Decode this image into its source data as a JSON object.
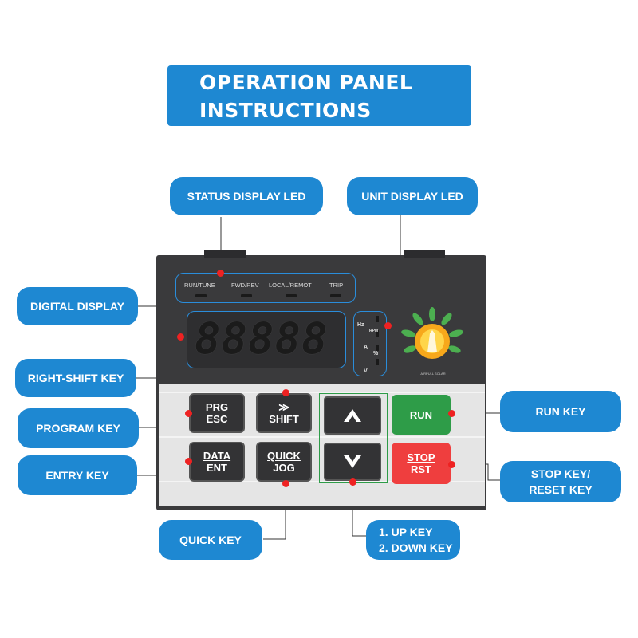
{
  "title": {
    "line1": "OPERATION PANEL",
    "line2": "INSTRUCTIONS"
  },
  "callouts": {
    "status_led": "STATUS DISPLAY LED",
    "unit_led": "UNIT DISPLAY LED",
    "digital_display": "DIGITAL DISPLAY",
    "right_shift": "RIGHT-SHIFT KEY",
    "program": "PROGRAM KEY",
    "entry": "ENTRY KEY",
    "quick": "QUICK KEY",
    "run": "RUN KEY",
    "stop_line1": "STOP KEY/",
    "stop_line2": "RESET KEY",
    "updown_line1": "1. UP KEY",
    "updown_line2": "2. DOWN KEY"
  },
  "status_leds": [
    "RUN/TUNE",
    "FWD/REV",
    "LOCAL/REMOT",
    "TRIP"
  ],
  "display_value": "88888",
  "unit_labels": {
    "hz": "Hz",
    "rpm": "RPM",
    "a": "A",
    "pct": "%",
    "v": "V"
  },
  "logo_text": "AIRPULL SOLAR",
  "keys": {
    "prg_top": "PRG",
    "prg_bottom": "ESC",
    "shift_top": "≫",
    "shift_bottom": "SHIFT",
    "data_top": "DATA",
    "data_bottom": "ENT",
    "quick_top": "QUICK",
    "quick_bottom": "JOG",
    "run": "RUN",
    "stop_top": "STOP",
    "stop_bottom": "RST"
  },
  "colors": {
    "callout_blue": "#1e88d2",
    "run_green": "#2e9c48",
    "stop_red": "#ef3e3e",
    "marker_red": "#ee2222"
  }
}
